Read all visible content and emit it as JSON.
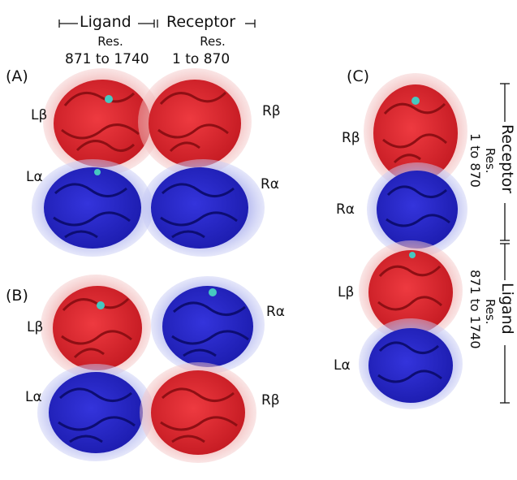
{
  "panels": {
    "a": "(A)",
    "b": "(B)",
    "c": "(C)"
  },
  "header": {
    "ligand": "Ligand",
    "receptor": "Receptor",
    "ligand_res_label": "Res.",
    "ligand_res_range": "871 to 1740",
    "receptor_res_label": "Res.",
    "receptor_res_range": "1 to 870"
  },
  "subunits": {
    "ligand_beta": "Lβ",
    "ligand_alpha": "Lα",
    "receptor_beta": "Rβ",
    "receptor_alpha": "Rα"
  },
  "colors": {
    "beta_chain": "#d9222a",
    "alpha_chain": "#2222c4",
    "beta_surface": "#f2b6b6",
    "alpha_surface": "#b9bdf0",
    "ligand_atoms": "#46c8c0"
  }
}
